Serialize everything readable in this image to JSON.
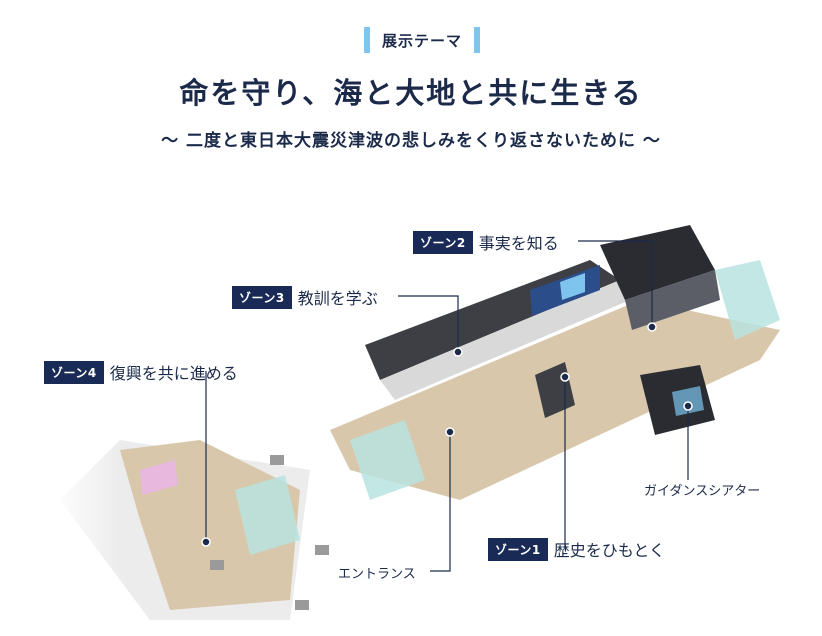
{
  "header": {
    "tag": "展示テーマ",
    "title": "命を守り、海と大地と共に生きる",
    "subtitle": "～ 二度と東日本大震災津波の悲しみをくり返さないために ～"
  },
  "zones": [
    {
      "badge": "ゾーン1",
      "name": "歴史をひもとく"
    },
    {
      "badge": "ゾーン2",
      "name": "事実を知る"
    },
    {
      "badge": "ゾーン3",
      "name": "教訓を学ぶ"
    },
    {
      "badge": "ゾーン4",
      "name": "復興を共に進める"
    }
  ],
  "areas": {
    "entrance": "エントランス",
    "guidance_theater": "ガイダンスシアター"
  },
  "colors": {
    "navy": "#1a2a56",
    "accent": "#7ec4ef",
    "floor": "#d8c7ab",
    "glass": "#b9e3df"
  }
}
